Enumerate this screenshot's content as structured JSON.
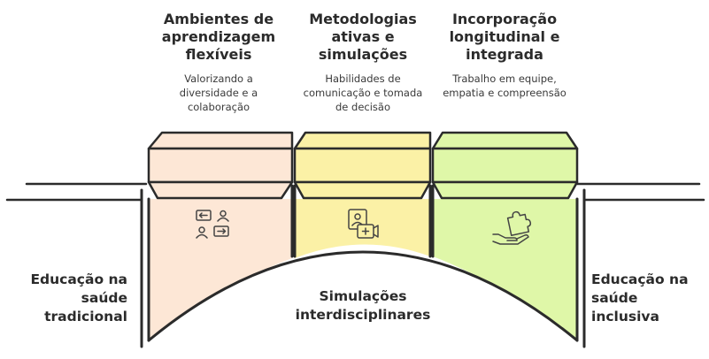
{
  "pillars": [
    {
      "title": "Ambientes de aprendizagem flexíveis",
      "description": "Valorizando a diversidade e a colaboração",
      "icon": "swap-people-icon",
      "color": "#fde7d6"
    },
    {
      "title": "Metodologias ativas e simulações",
      "description": "Habilidades de comunicação e tomada de decisão",
      "icon": "video-consult-icon",
      "color": "#fbf1a6"
    },
    {
      "title": "Incorporação longitudinal e integrada",
      "description": "Trabalho em equipe, empatia e compreensão",
      "icon": "hand-puzzle-icon",
      "color": "#dff7a8"
    }
  ],
  "left_label": "Educação na saúde tradicional",
  "right_label": "Educação na saúde inclusiva",
  "center_label": "Simulações interdisciplinares"
}
